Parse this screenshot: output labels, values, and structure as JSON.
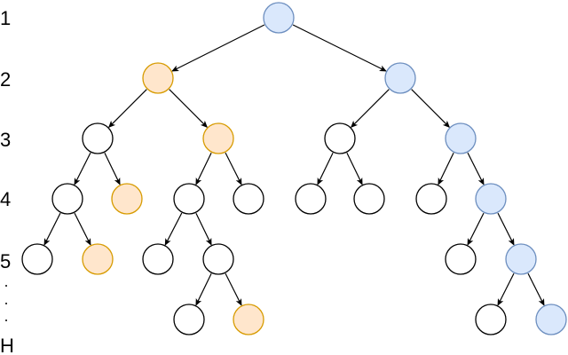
{
  "levels": {
    "l1": "1",
    "l2": "2",
    "l3": "3",
    "l4": "4",
    "l5": "5",
    "lh": "H"
  },
  "colors": {
    "plain_fill": "#ffffff",
    "plain_stroke": "#000000",
    "orange_fill": "#ffe6cc",
    "orange_stroke": "#d79b00",
    "blue_fill": "#dae8fc",
    "blue_stroke": "#6c8ebf",
    "edge": "#000000"
  }
}
